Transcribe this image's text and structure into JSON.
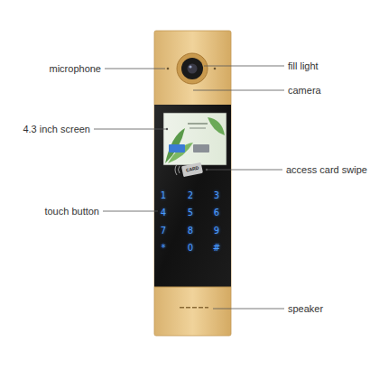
{
  "diagram": {
    "labels": [
      "microphone",
      "fill light",
      "camera",
      "4.3 inch screen",
      "access card swipe",
      "CARD",
      "touch button",
      "1",
      "2",
      "3",
      "4",
      "5",
      "6",
      "7",
      "8",
      "9",
      "*",
      "0",
      "#",
      "speaker"
    ]
  }
}
